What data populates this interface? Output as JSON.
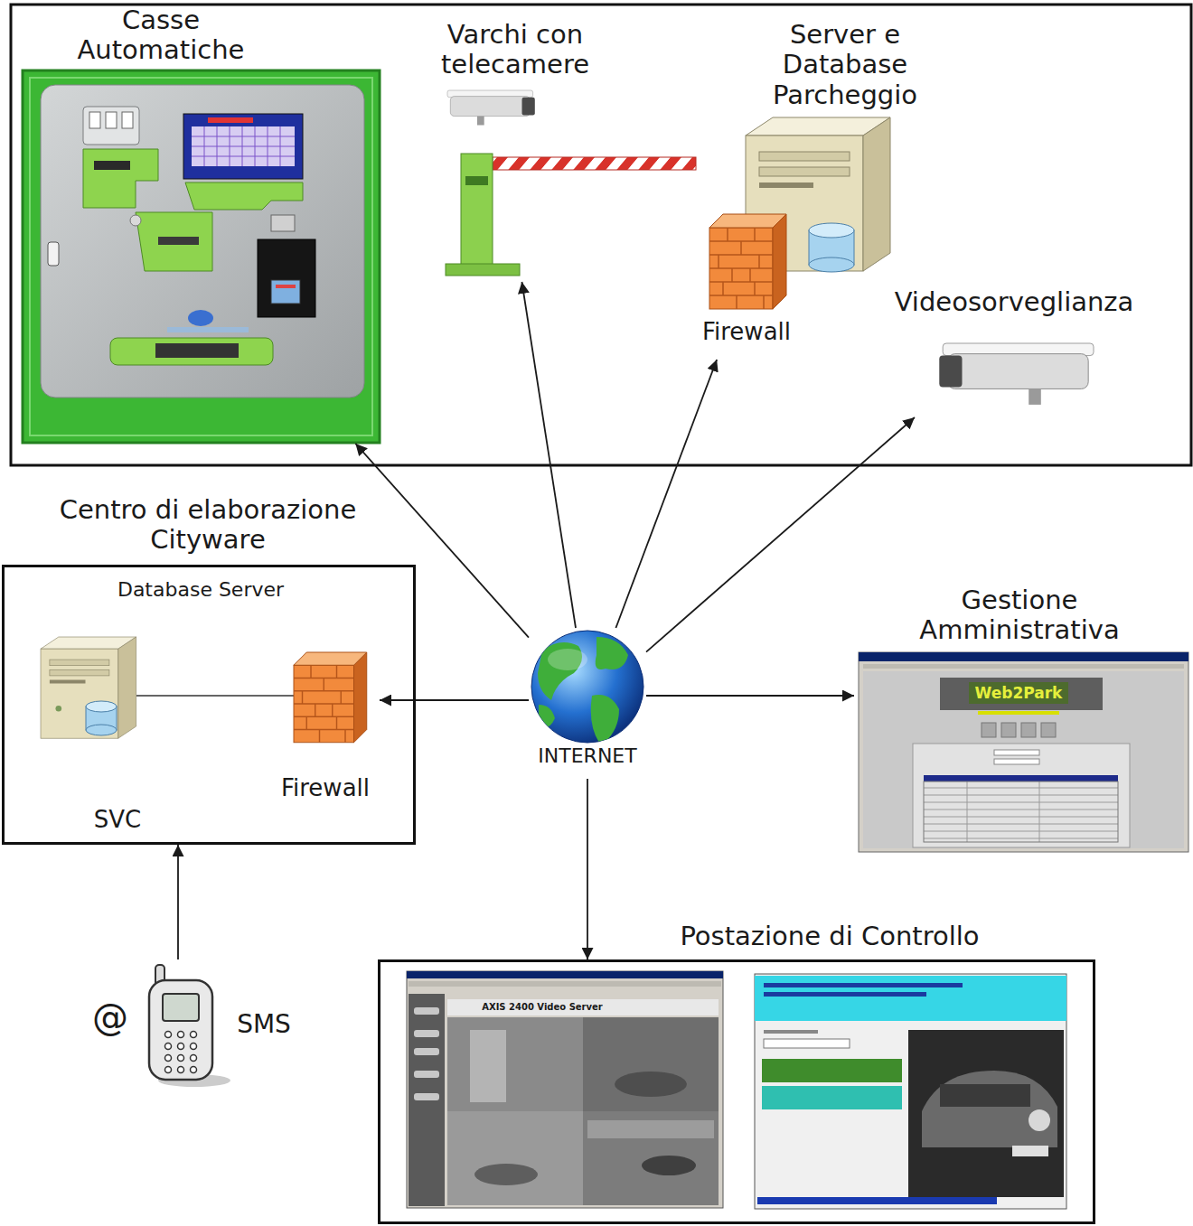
{
  "diagram": {
    "nodes": [
      {
        "text": [
          "Casse Automatiche"
        ]
      },
      {
        "text": [
          "Varchi con telecamere"
        ]
      },
      {
        "text": [
          "Server e Database Parcheggio",
          "Firewall"
        ]
      },
      {
        "text": [
          "Videosorveglianza"
        ]
      },
      {
        "text": [
          "INTERNET"
        ]
      },
      {
        "text": [
          "Centro di elaborazione Cityware",
          "Database Server",
          "SVC"
        ]
      },
      {
        "text": [
          "Firewall"
        ],
        "in": 5
      },
      {
        "text": [
          "Gestione Amministrativa"
        ]
      },
      {
        "text": [
          "Postazione di Controllo"
        ]
      },
      {
        "text": [
          "@",
          "SMS"
        ]
      }
    ],
    "edges": [
      {
        "from": 4,
        "to": 0,
        "arrow": "to"
      },
      {
        "from": 4,
        "to": 1,
        "arrow": "to"
      },
      {
        "from": 4,
        "to": 2,
        "arrow": "to"
      },
      {
        "from": 4,
        "to": 3,
        "arrow": "to"
      },
      {
        "from": 4,
        "to": 6,
        "arrow": "to"
      },
      {
        "from": 4,
        "to": 7,
        "arrow": "to"
      },
      {
        "from": 4,
        "to": 8,
        "arrow": "to"
      },
      {
        "from": 9,
        "to": 5,
        "arrow": "to"
      }
    ],
    "labels": [
      "Web2Park",
      "AXIS 2400 Video Server"
    ]
  }
}
